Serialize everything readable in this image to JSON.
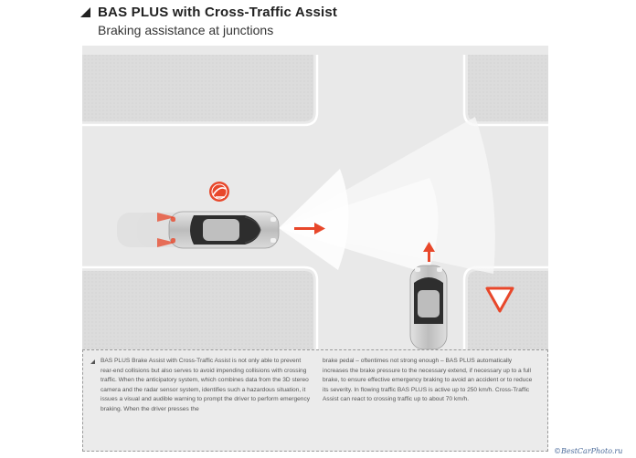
{
  "header": {
    "title": "BAS PLUS with Cross-Traffic Assist",
    "subtitle": "Braking assistance at junctions"
  },
  "description": {
    "column1": "BAS PLUS Brake Assist with Cross-Traffic Assist is not only able to prevent rear-end collisions but also serves to avoid impending collisions with crossing traffic. When the anticipatory system, which combines data from the 3D stereo camera and the radar sensor system, identifies such a hazardous situation, it issues a visual and audible warning to prompt the driver to perform emergency braking. When the driver presses the",
    "column2": "brake pedal – oftentimes not strong enough – BAS PLUS automatically increases the brake pressure to the necessary extend, if necessary up to a full brake, to ensure effective emergency braking to avoid an accident or to reduce its severity. In flowing traffic BAS PLUS is active up to 250 km/h. Cross-Traffic Assist can react to crossing traffic up to about 70 km/h."
  },
  "watermark": "©BestCarPhoto.ru",
  "colors": {
    "road": "#e9e9e9",
    "block": "#dcdcdc",
    "accent": "#e8472a",
    "sensor": "#f6f6f6"
  },
  "icons": {
    "warning": "brake-warning-icon",
    "yield": "yield-sign-icon",
    "heading": "triangle-bullet-icon"
  }
}
